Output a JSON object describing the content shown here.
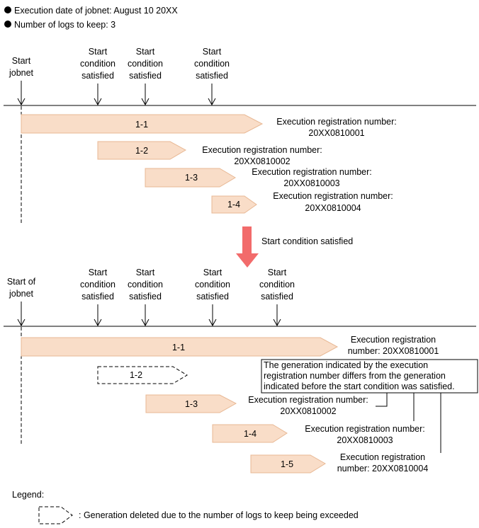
{
  "header": {
    "execution_date": "Execution date of jobnet: August 10 20XX",
    "logs_to_keep": "Number of logs to keep: 3"
  },
  "top": {
    "start_jobnet": [
      "Start",
      "jobnet"
    ],
    "start_condition": [
      "Start",
      "condition",
      "satisfied"
    ],
    "bars": [
      {
        "label": "1-1",
        "reg_line1": "Execution registration number:",
        "reg_line2": "20XX0810001"
      },
      {
        "label": "1-2",
        "reg_line1": "Execution registration number:",
        "reg_line2": "20XX0810002"
      },
      {
        "label": "1-3",
        "reg_line1": "Execution registration number:",
        "reg_line2": "20XX0810003"
      },
      {
        "label": "1-4",
        "reg_line1": "Execution registration number:",
        "reg_line2": "20XX0810004"
      }
    ]
  },
  "transition": {
    "label": "Start condition satisfied",
    "color": "#f26b6b"
  },
  "bottom": {
    "start_jobnet": [
      "Start of",
      "jobnet"
    ],
    "start_condition": [
      "Start",
      "condition",
      "satisfied"
    ],
    "bars": [
      {
        "label": "1-1",
        "reg_line1": "Execution registration",
        "reg_line2": "number: 20XX0810001"
      },
      {
        "label": "1-2",
        "deleted": true
      },
      {
        "label": "1-3",
        "reg_line1": "Execution registration number:",
        "reg_line2": "20XX0810002"
      },
      {
        "label": "1-4",
        "reg_line1": "Execution registration number:",
        "reg_line2": "20XX0810003"
      },
      {
        "label": "1-5",
        "reg_line1": "Execution registration",
        "reg_line2": "number: 20XX0810004"
      }
    ],
    "note": [
      "The generation indicated by the execution",
      "registration number differs from the generation",
      "indicated before the start condition was satisfied."
    ]
  },
  "legend": {
    "title": "Legend:",
    "deleted_desc": ": Generation deleted due to the number of logs to keep being exceeded"
  },
  "colors": {
    "bar_fill": "#f9ddc8",
    "bar_stroke": "#e8b894"
  }
}
